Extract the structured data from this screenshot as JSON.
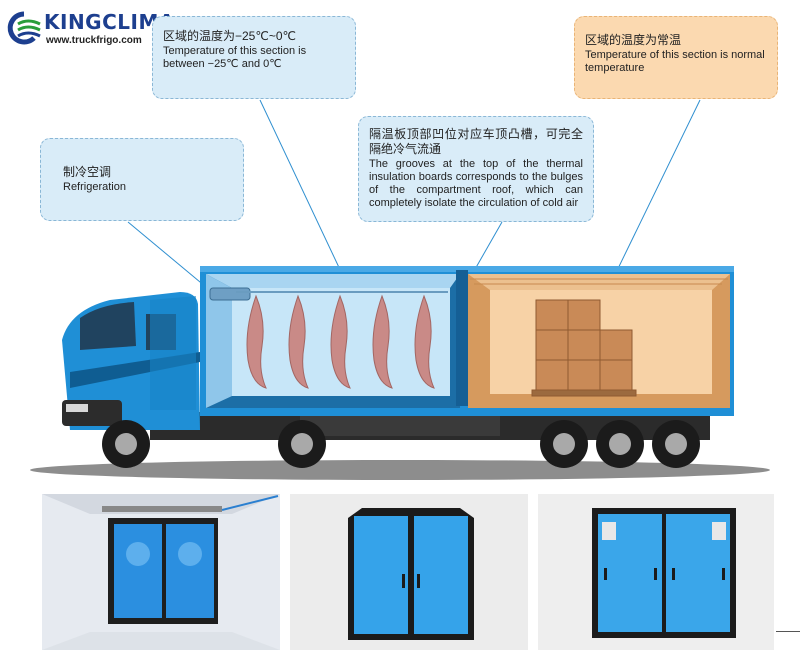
{
  "brand": {
    "name": "KINGCLIMA",
    "url": "www.truckfrigo.com"
  },
  "callouts": {
    "frozen": {
      "cn": "区域的温度为−25℃~0℃",
      "en": "Temperature of this section is between −25℃ and 0℃"
    },
    "normal": {
      "cn": "区域的温度为常温",
      "en": "Temperature of this section is normal temperature"
    },
    "refrigeration": {
      "cn": "制冷空调",
      "en": "Refrigeration"
    },
    "grooves": {
      "cn": "隔温板顶部凹位对应车顶凸槽，可完全隔绝冷气流通",
      "en": "The grooves at the top of the thermal insulation boards corresponds to the bulges of the compartment roof, which can completely isolate the circulation of cold air"
    }
  },
  "colors": {
    "brand_blue": "#1d3f8f",
    "truck_blue": "#1f8fd6",
    "frozen_zone": "#c7e6f8",
    "normal_zone": "#f7d2a6",
    "callout_blue": "#d9ecf8",
    "callout_orange": "#fbd9b0"
  }
}
